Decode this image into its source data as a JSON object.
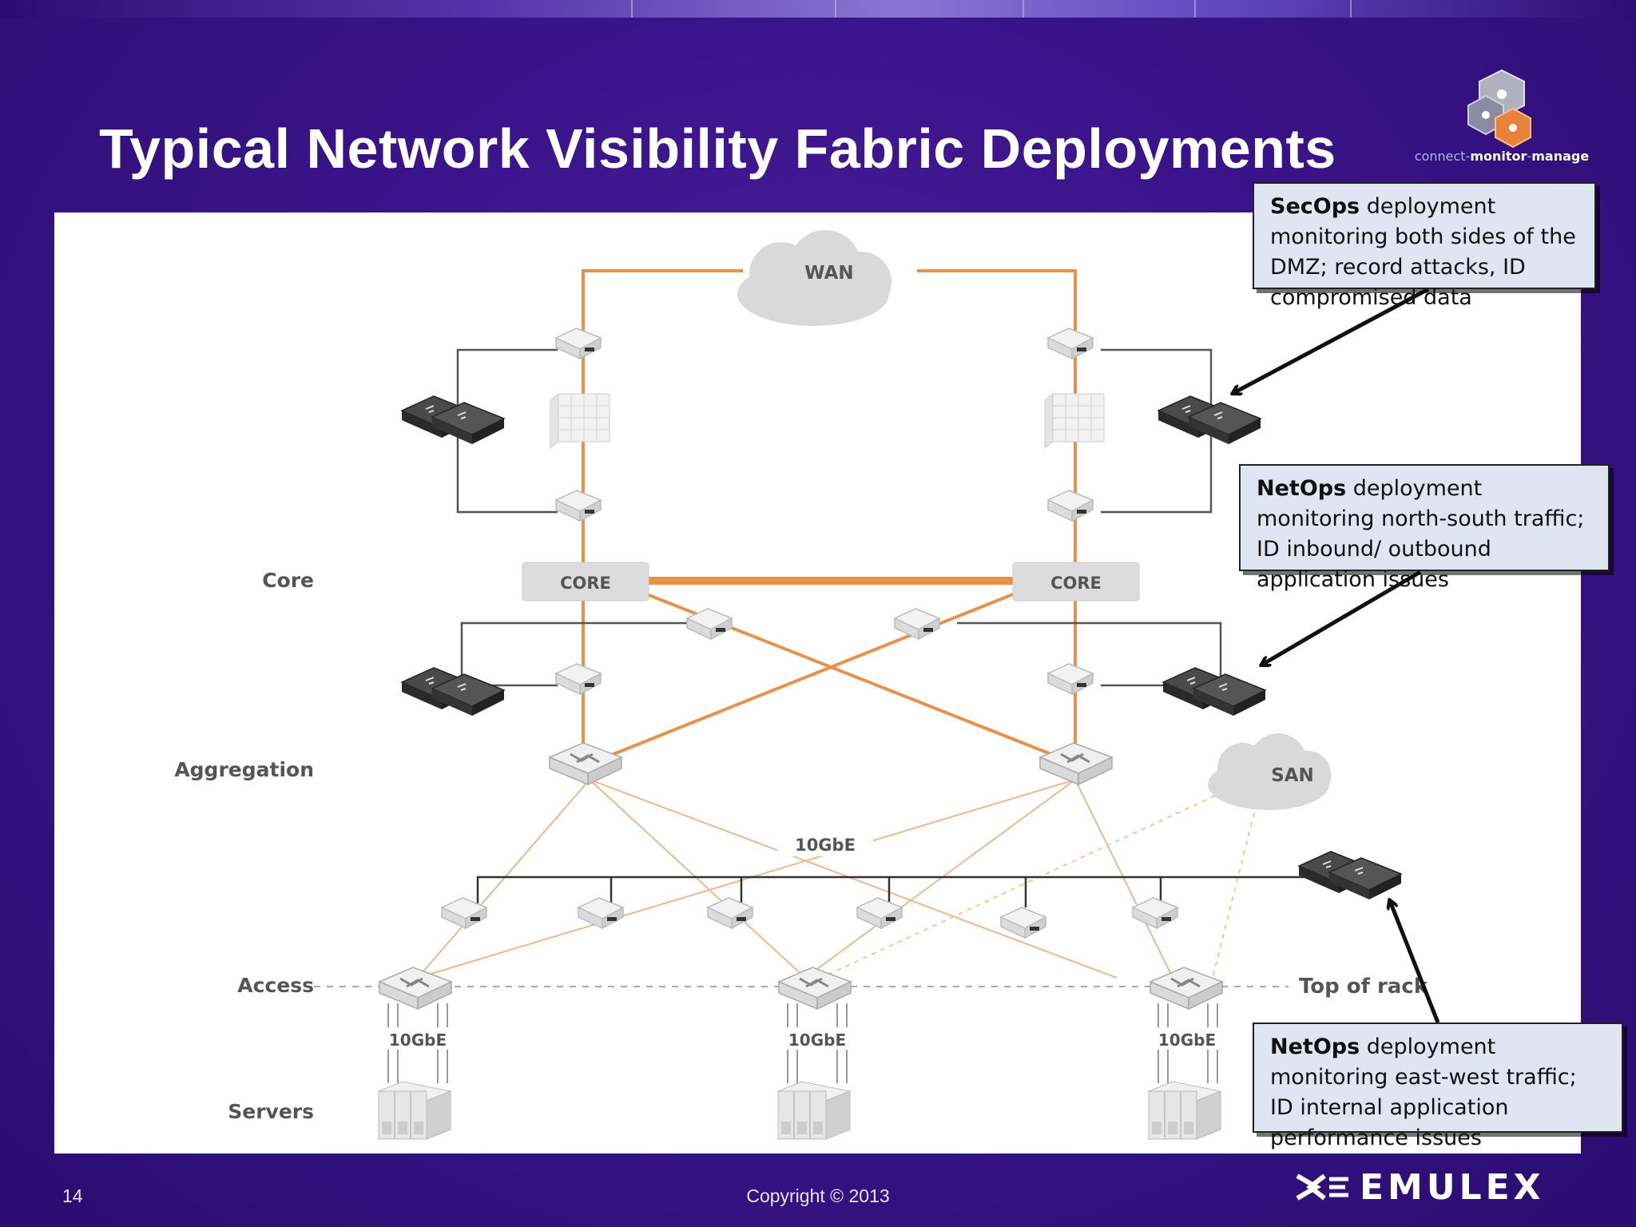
{
  "slide": {
    "title": "Typical Network Visibility Fabric Deployments",
    "page_number": "14",
    "copyright": "Copyright © 2013",
    "brand": "EMULEX",
    "tagline": {
      "part1": "connect",
      "part2": "monitor",
      "part3": "manage"
    }
  },
  "diagram": {
    "tiers": {
      "core": "Core",
      "aggregation": "Aggregation",
      "access": "Access",
      "servers": "Servers"
    },
    "clouds": {
      "wan": "WAN",
      "san": "SAN"
    },
    "core_left": "CORE",
    "core_right": "CORE",
    "link_labels": {
      "agg": "10GbE",
      "srv_left": "10GbE",
      "srv_mid": "10GbE",
      "srv_right": "10GbE"
    },
    "top_of_rack": "Top of rack"
  },
  "callouts": {
    "secops": {
      "bold": "SecOps",
      "text": " deployment monitoring both sides of the DMZ; record attacks, ID compromised data"
    },
    "netops_ns": {
      "bold": "NetOps",
      "text": " deployment monitoring north-south traffic; ID inbound/ outbound application issues"
    },
    "netops_ew": {
      "bold": "NetOps",
      "text": " deployment monitoring east-west traffic; ID internal application performance issues"
    }
  },
  "colors": {
    "background": "#3a148a",
    "orange_link": "#e8914a",
    "callout_fill": "#dfe6f2",
    "appliance_dark": "#3a3a3a"
  }
}
